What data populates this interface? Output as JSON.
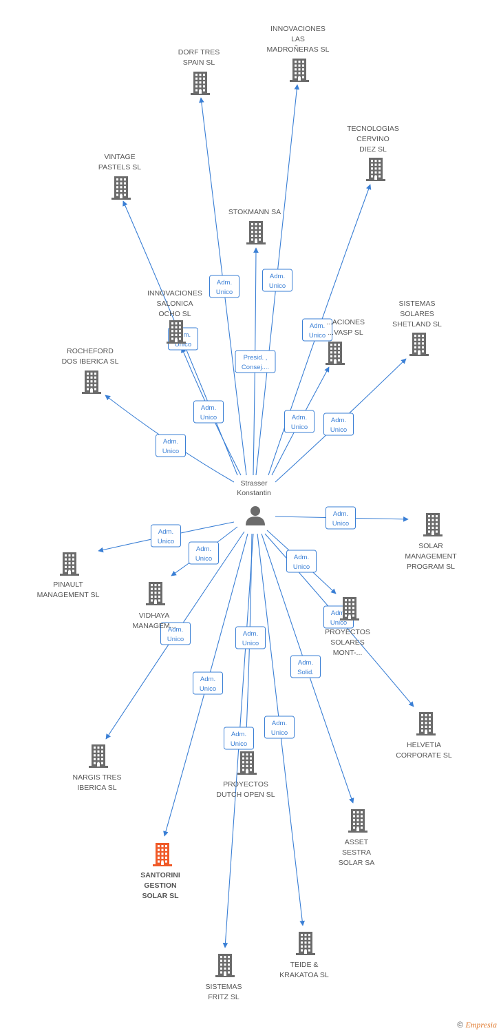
{
  "person": {
    "name_lines": [
      "Strasser",
      "Konstantin"
    ]
  },
  "companies": [
    {
      "id": "dorf",
      "lines": [
        "DORF TRES",
        "SPAIN SL"
      ]
    },
    {
      "id": "madronneras",
      "lines": [
        "INNOVACIONES",
        "LAS",
        "MADROÑERAS SL"
      ]
    },
    {
      "id": "tecnologias",
      "lines": [
        "TECNOLOGIAS",
        "CERVINO",
        "DIEZ SL"
      ]
    },
    {
      "id": "vintage",
      "lines": [
        "VINTAGE",
        "PASTELS SL"
      ]
    },
    {
      "id": "stokmann",
      "lines": [
        "STOKMANN SA"
      ]
    },
    {
      "id": "salonica",
      "lines": [
        "INNOVACIONES",
        "SALONICA",
        "OCHO SL"
      ]
    },
    {
      "id": "vasp",
      "lines": [
        "...ACIONES",
        "...VASP SL"
      ]
    },
    {
      "id": "shetland",
      "lines": [
        "SISTEMAS",
        "SOLARES",
        "SHETLAND SL"
      ]
    },
    {
      "id": "rocheford",
      "lines": [
        "ROCHEFORD",
        "DOS IBERICA SL"
      ]
    },
    {
      "id": "solar_mgmt",
      "lines": [
        "SOLAR",
        "MANAGEMENT",
        "PROGRAM SL"
      ]
    },
    {
      "id": "pinault",
      "lines": [
        "PINAULT",
        "MANAGEMENT SL"
      ]
    },
    {
      "id": "vidhaya",
      "lines": [
        "VIDHAYA",
        "MANAGEM..."
      ]
    },
    {
      "id": "mont",
      "lines": [
        "PROYECTOS",
        "SOLARES",
        "MONT-..."
      ]
    },
    {
      "id": "helvetia",
      "lines": [
        "HELVETIA",
        "CORPORATE SL"
      ]
    },
    {
      "id": "nargis",
      "lines": [
        "NARGIS TRES",
        "IBERICA SL"
      ]
    },
    {
      "id": "dutch",
      "lines": [
        "PROYECTOS",
        "DUTCH OPEN SL"
      ]
    },
    {
      "id": "asset",
      "lines": [
        "ASSET",
        "SESTRA",
        "SOLAR SA"
      ]
    },
    {
      "id": "santorini",
      "lines": [
        "SANTORINI",
        "GESTION",
        "SOLAR SL"
      ],
      "focus": true
    },
    {
      "id": "teide",
      "lines": [
        "TEIDE &",
        "KRAKATOA SL"
      ]
    },
    {
      "id": "fritz",
      "lines": [
        "SISTEMAS",
        "FRITZ SL"
      ]
    }
  ],
  "relations": [
    {
      "target": "dorf",
      "lines": [
        "Adm.",
        "Unico"
      ]
    },
    {
      "target": "madronneras",
      "lines": [
        "Adm.",
        "Unico"
      ]
    },
    {
      "target": "tecnologias",
      "lines": [
        "Adm.",
        "Unico"
      ]
    },
    {
      "target": "vintage",
      "lines": [
        "Adm.",
        "Unico"
      ]
    },
    {
      "target": "stokmann",
      "lines": [
        "Presid. ,",
        "Consej...."
      ]
    },
    {
      "target": "salonica",
      "lines": [
        "Adm.",
        "Unico"
      ]
    },
    {
      "target": "vasp",
      "lines": [
        "Adm.",
        "Unico"
      ]
    },
    {
      "target": "shetland",
      "lines": [
        "Adm.",
        "Unico"
      ]
    },
    {
      "target": "rocheford",
      "lines": [
        "Adm.",
        "Unico"
      ]
    },
    {
      "target": "solar_mgmt",
      "lines": [
        "Adm.",
        "Unico"
      ]
    },
    {
      "target": "pinault",
      "lines": [
        "Adm.",
        "Unico"
      ]
    },
    {
      "target": "vidhaya",
      "lines": [
        "Adm.",
        "Unico"
      ]
    },
    {
      "target": "mont",
      "lines": [
        "Adm.",
        "Unico"
      ]
    },
    {
      "target": "helvetia",
      "lines": [
        "Adm.",
        "Unico"
      ]
    },
    {
      "target": "nargis",
      "lines": [
        "Adm.",
        "Unico"
      ]
    },
    {
      "target": "dutch",
      "lines": [
        "Adm.",
        "Unico"
      ]
    },
    {
      "target": "asset",
      "lines": [
        "Adm.",
        "Solid."
      ]
    },
    {
      "target": "santorini",
      "lines": [
        "Adm.",
        "Unico"
      ]
    },
    {
      "target": "teide",
      "lines": [
        "Adm.",
        "Unico"
      ]
    },
    {
      "target": "fritz",
      "lines": [
        "Adm.",
        "Unico"
      ]
    }
  ],
  "colors": {
    "edge": "#3a7fd5",
    "building": "#6b6b6b",
    "focus_building": "#f05a28",
    "person": "#6b6b6b"
  },
  "footer": {
    "copyright": "©",
    "brand": "Empresia"
  }
}
